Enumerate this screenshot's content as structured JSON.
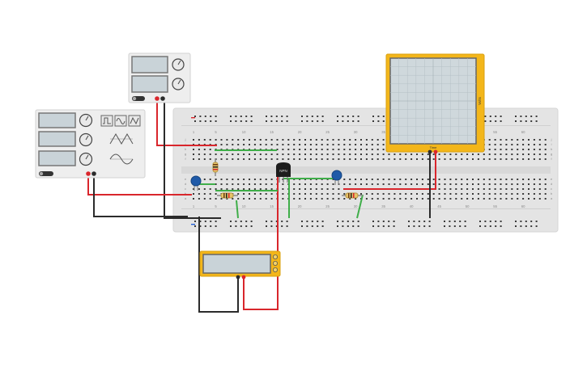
{
  "canvas": {
    "background": "#ffffff",
    "breadboard_color": "#e4e4e4",
    "instrument_color": "#eeeeee",
    "accent_color": "#f3b61a",
    "wire_colors": {
      "red": "#d9262c",
      "black": "#2b2b2b",
      "green": "#3fae49"
    }
  },
  "power_supply": {
    "icon": "power-supply-icon",
    "display_top": "",
    "display_bottom": "",
    "power_toggle_icon": "toggle-switch-icon",
    "output_terminals": [
      "red",
      "black"
    ]
  },
  "function_generator": {
    "icon": "function-generator-icon",
    "displays": [
      "",
      "",
      ""
    ],
    "waveform_buttons": [
      "square-wave-icon",
      "sine-wave-icon",
      "triangle-wave-icon"
    ],
    "preview_icons": [
      "triangle-wave-preview-icon",
      "sine-wave-preview-icon"
    ],
    "power_toggle_icon": "toggle-switch-icon",
    "output_terminals": [
      "red",
      "black"
    ]
  },
  "oscilloscope": {
    "icon": "oscilloscope-icon",
    "vertical_label": "Volts",
    "time_label": "Time",
    "input_terminals": [
      "black",
      "red"
    ]
  },
  "multimeter": {
    "icon": "multimeter-icon",
    "display_value": "",
    "mode_buttons": [
      "mode-a-icon",
      "mode-v-icon",
      "mode-ohm-icon"
    ],
    "probe_terminals": [
      "black",
      "red"
    ]
  },
  "breadboard": {
    "column_labels": [
      "1",
      "5",
      "10",
      "15",
      "20",
      "25",
      "30",
      "35",
      "40",
      "45",
      "50",
      "55",
      "60"
    ],
    "row_labels_top": [
      "j",
      "i",
      "h",
      "g",
      "f"
    ],
    "row_labels_bottom": [
      "e",
      "d",
      "c",
      "b",
      "a"
    ]
  },
  "components": {
    "transistor_label": "NPN",
    "capacitor_icon": "ceramic-capacitor-icon",
    "resistor_icon": "resistor-icon"
  }
}
